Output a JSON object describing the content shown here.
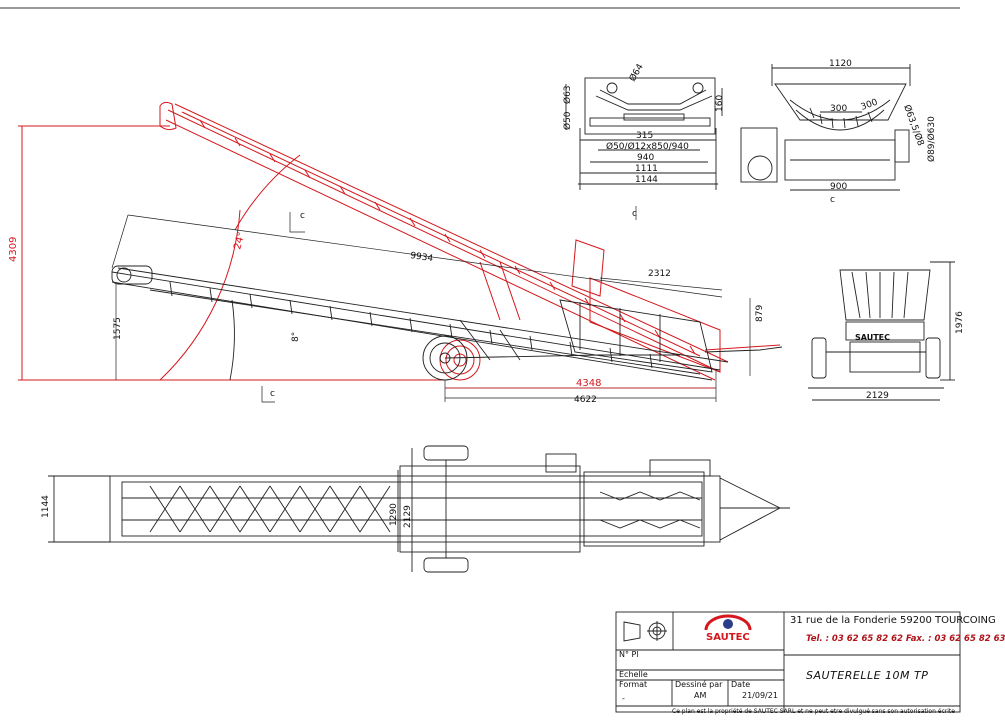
{
  "dimensions": {
    "side_height_raised": "4309",
    "angle_raised": "24°",
    "length_total": "9934",
    "height_lowered": "1575",
    "angle_lowered": "8°",
    "hopper_length": "2312",
    "hopper_height": "879",
    "wheelbase_raised": "4348",
    "wheelbase_lowered": "4622",
    "section_marker": "c",
    "front_roller_dia": "Ø64",
    "front_left_1": "Ø63",
    "front_left_2": "Ø50",
    "front_height": "160",
    "front_w1": "315",
    "front_spec": "Ø50/Ø12x850/940",
    "front_w2": "940",
    "front_w3": "1111",
    "front_w4": "1144",
    "hopper_top": "1120",
    "hopper_inner": "300",
    "hopper_inner2": "300",
    "hopper_angle_spec": "Ø63,5/Ø8",
    "hopper_right_spec": "Ø89/Ø630",
    "hopper_bottom": "900",
    "rear_height": "1976",
    "rear_width": "2129",
    "plan_width": "1144",
    "plan_inner1": "1290",
    "plan_inner2": "2129",
    "front_view_brand": "SAUTEC"
  },
  "title_block": {
    "address": "31 rue de la Fonderie  59200  TOURCOING",
    "phone_fax": "Tel. : 03 62 65 82 62   Fax. : 03 62 65 82 63",
    "plan_no_label": "N° Pl",
    "scale_label": "Echelle",
    "format_label": "Format",
    "format_value": "-",
    "drawn_by_label": "Dessiné par",
    "drawn_by_value": "AM",
    "date_label": "Date",
    "date_value": "21/09/21",
    "project_title": "SAUTERELLE 10M  TP",
    "logo_text": "SAUTEC",
    "notice": "Ce plan est la propriété de SAUTEC SARL et ne peut etre divulgué sans son autorisation écrite"
  },
  "colors": {
    "raised_position": "#d4181d",
    "lines": "#222222"
  }
}
